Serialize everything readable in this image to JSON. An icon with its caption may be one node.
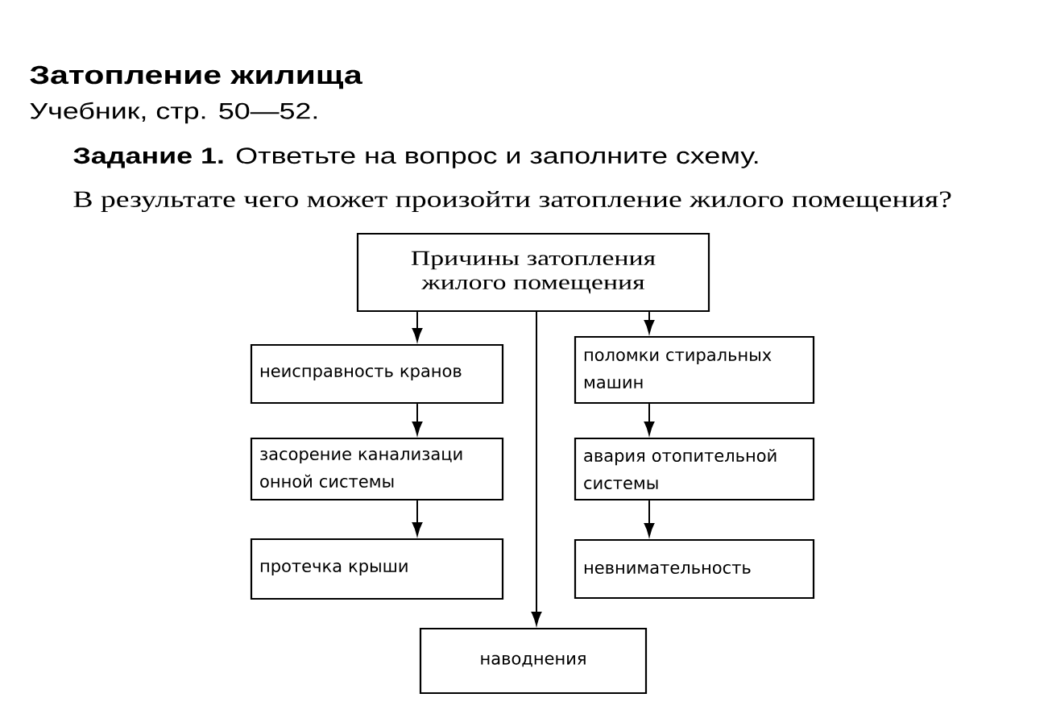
{
  "diagram": {
    "title": "Затопление жилища",
    "nodes": [
      {
        "text": [
          "Причины затопления жилого помещения"
        ]
      },
      {
        "text": [
          "неисправность кранов"
        ]
      },
      {
        "text": [
          "засорение канализаци онной системы"
        ]
      },
      {
        "text": [
          "протечка крыши"
        ]
      },
      {
        "text": [
          "поломки стиральных машин"
        ]
      },
      {
        "text": [
          "авария отопительной системы"
        ]
      },
      {
        "text": [
          "невнимательность"
        ]
      },
      {
        "text": [
          "наводнения"
        ]
      }
    ],
    "edges": [
      {
        "from": 0,
        "to": 1,
        "arrow": "to"
      },
      {
        "from": 1,
        "to": 2,
        "arrow": "to"
      },
      {
        "from": 2,
        "to": 3,
        "arrow": "to"
      },
      {
        "from": 0,
        "to": 4,
        "arrow": "to"
      },
      {
        "from": 4,
        "to": 5,
        "arrow": "to"
      },
      {
        "from": 5,
        "to": 6,
        "arrow": "to"
      },
      {
        "from": 0,
        "to": 7,
        "arrow": "to"
      }
    ],
    "labels": [
      "Учебник, стр. 50—52.",
      "**Задание 1.** Ответьте на вопрос и заполните схему.",
      "В результате чего может произойти затопление жилого помещения?"
    ]
  }
}
